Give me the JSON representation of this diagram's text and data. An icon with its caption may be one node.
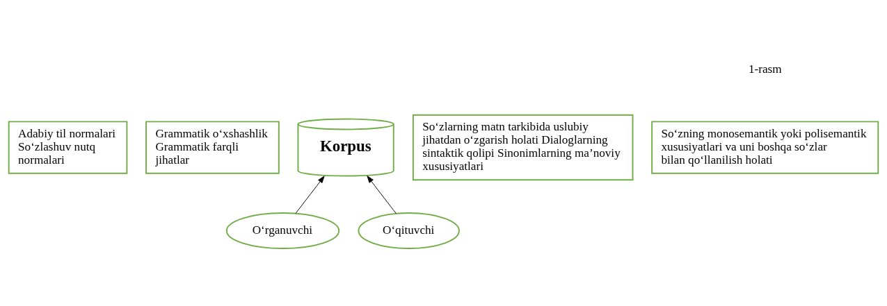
{
  "diagram": {
    "nodes": [
      {
        "text": [
          "Adabiy til normalari So‘zlashuv nutq normalari"
        ]
      },
      {
        "text": [
          "Grammatik o‘xshashlik Grammatik farqli jihatlar"
        ]
      },
      {
        "text": [
          "Korpus"
        ]
      },
      {
        "text": [
          "So‘zlarning matn tarkibida uslubiy jihatdan o‘zgarish holati Dialoglarning sintaktik qolipi Sinonimlarning ma’noviy xususiyatlari"
        ]
      },
      {
        "text": [
          "So‘zning monosemantik yoki polisemantik xususiyatlari va uni boshqa so‘zlar bilan qo‘llanilish holati"
        ]
      },
      {
        "text": [
          "O‘rganuvchi"
        ]
      },
      {
        "text": [
          "O‘qituvchi"
        ]
      }
    ],
    "edges": [
      {
        "from": 5,
        "to": 2,
        "arrow": "to"
      },
      {
        "from": 6,
        "to": 2,
        "arrow": "to"
      }
    ],
    "labels": [
      "1-rasm"
    ]
  }
}
